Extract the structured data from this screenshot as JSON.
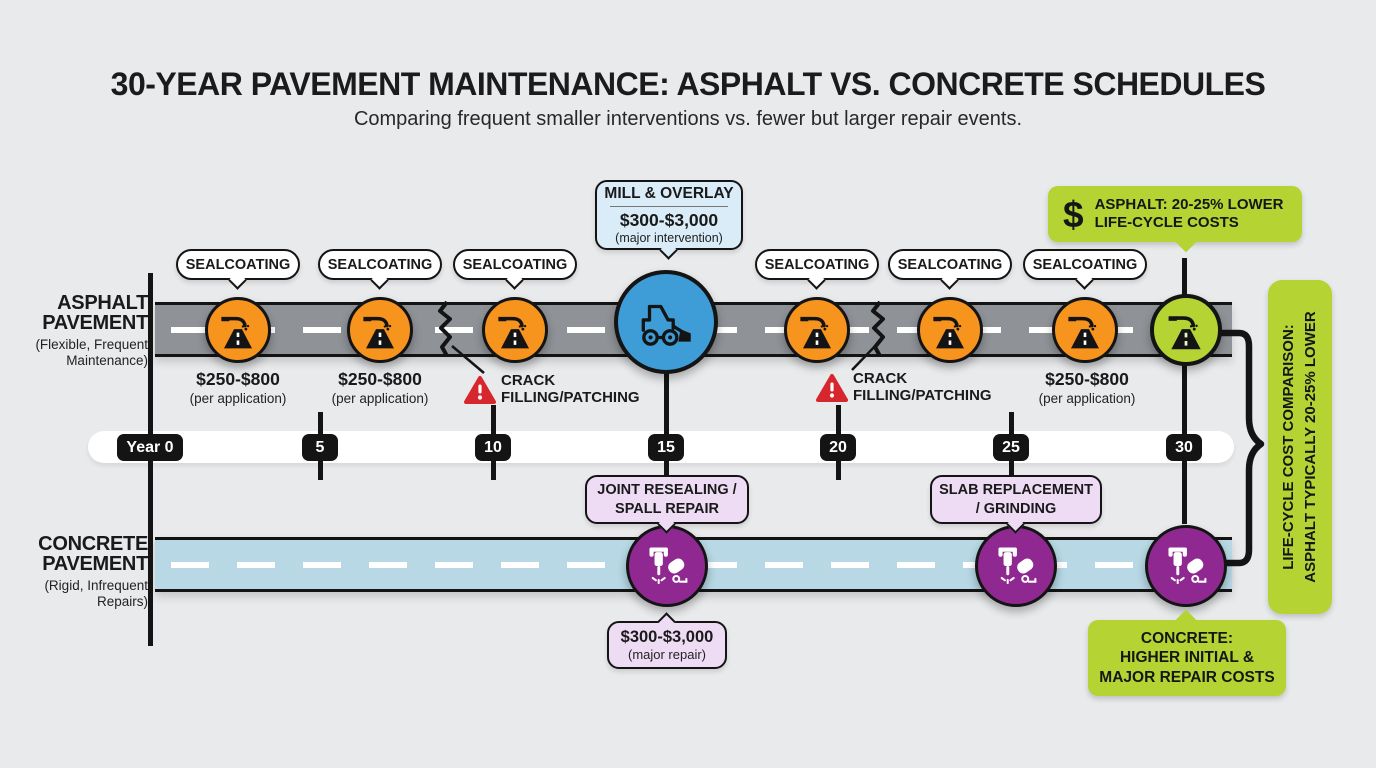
{
  "header": {
    "title": "30-YEAR PAVEMENT MAINTENANCE: ASPHALT VS. CONCRETE SCHEDULES",
    "subtitle": "Comparing frequent smaller interventions vs. fewer but larger repair events."
  },
  "rows": {
    "asphalt": {
      "label": "ASPHALT PAVEMENT",
      "sublabel": "(Flexible, Frequent Maintenance)"
    },
    "concrete": {
      "label": "CONCRETE PAVEMENT",
      "sublabel": "(Rigid, Infrequent Repairs)"
    }
  },
  "timeline": {
    "years": [
      "Year 0",
      "5",
      "10",
      "15",
      "20",
      "25",
      "30"
    ]
  },
  "asphalt": {
    "sealcoating_label": "SEALCOATING",
    "sealcoating_cost": "$250-$800",
    "sealcoating_cost_note": "(per application)",
    "crack_label_line1": "CRACK",
    "crack_label_line2": "FILLING/PATCHING",
    "mill_overlay": {
      "title": "MILL & OVERLAY",
      "cost": "$300-$3,000",
      "note": "(major intervention)"
    }
  },
  "concrete": {
    "joint_resealing_line1": "JOINT RESEALING /",
    "joint_resealing_line2": "SPALL REPAIR",
    "slab_replacement_line1": "SLAB REPLACEMENT",
    "slab_replacement_line2": "/ GRINDING",
    "major_repair_cost": "$300-$3,000",
    "major_repair_note": "(major repair)"
  },
  "badges": {
    "asphalt_savings": {
      "icon": "$",
      "line1": "ASPHALT: 20-25% LOWER",
      "line2": "LIFE-CYCLE COSTS"
    },
    "comparison": {
      "line1": "LIFE-CYCLE COST COMPARISON:",
      "line2": "ASPHALT TYPICALLY 20-25% LOWER"
    },
    "concrete_costs": {
      "line1": "CONCRETE:",
      "line2": "HIGHER INITIAL &",
      "line3": "MAJOR REPAIR COSTS"
    }
  },
  "icons": {
    "sealcoating": "spray-road-icon",
    "mill_overlay": "milling-machine-icon",
    "concrete_repair": "jackhammer-mixer-icon",
    "crack_warning": "warning-triangle-icon",
    "savings": "dollar-icon"
  },
  "colors": {
    "asphalt_event_orange": "#F7941E",
    "major_intervention_blue": "#3E9CD6",
    "concrete_event_purple": "#8F2890",
    "highlight_green": "#B5D433",
    "asphalt_road_gray": "#8F9297",
    "concrete_road_blue": "#B7D8E4",
    "warning_red": "#D7272E",
    "callout_lavender": "#EEDCF4",
    "callout_light_blue": "#D9ECF8",
    "timeline_black": "#141414"
  }
}
